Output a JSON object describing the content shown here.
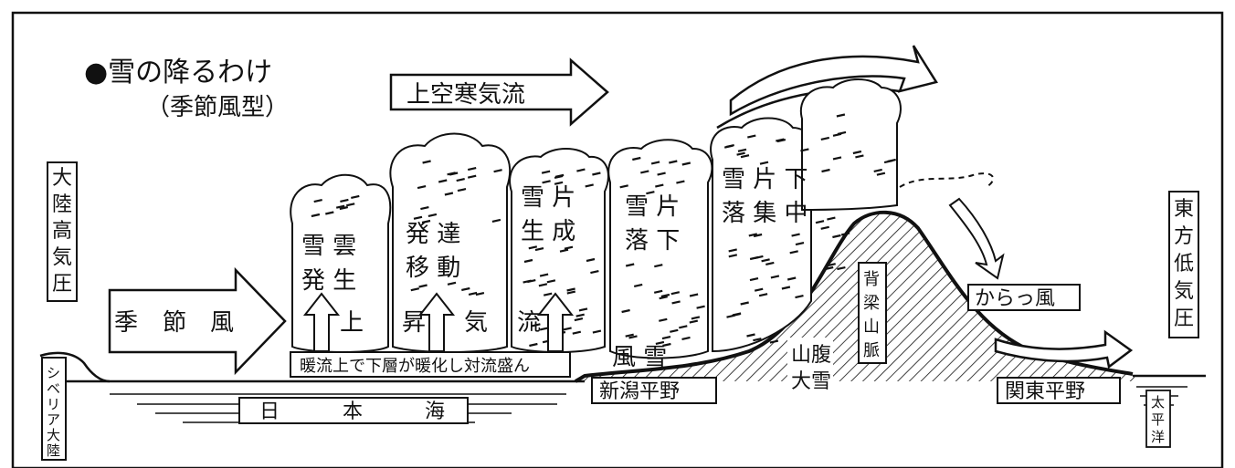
{
  "title": "●雪の降るわけ",
  "subtitle": "（季節風型）",
  "upper_flow": "上空寒気流",
  "continental_high": [
    "大",
    "陸",
    "高",
    "気",
    "圧"
  ],
  "eastern_low": [
    "東",
    "方",
    "低",
    "気",
    "圧"
  ],
  "monsoon": [
    "季",
    "節",
    "風"
  ],
  "clouds": [
    {
      "line1": "雪 雲",
      "line2": "発 生"
    },
    {
      "line1": "発 達",
      "line2": "移 動"
    },
    {
      "line1": "雪 片",
      "line2": "生 成"
    },
    {
      "line1": "雪 片",
      "line2": "落 下"
    },
    {
      "line1": "雪 片 下",
      "line2": "落 集 中"
    }
  ],
  "updraft": [
    "上",
    "昇",
    "気",
    "流"
  ],
  "convection": "暖流上で下層が暖化し対流盛ん",
  "japan_sea": [
    "日",
    "本",
    "海"
  ],
  "siberia": [
    "シ",
    "ベ",
    "リ",
    "ア",
    "大",
    "陸"
  ],
  "wind_snow": "風 雪",
  "niigata": "新潟平野",
  "mountain_snow": [
    "山腹",
    "大雪"
  ],
  "backbone": [
    "背",
    "梁",
    "山",
    "脈"
  ],
  "karakkaze": "からっ風",
  "kanto": "関東平野",
  "pacific": [
    "太",
    "平",
    "洋"
  ]
}
